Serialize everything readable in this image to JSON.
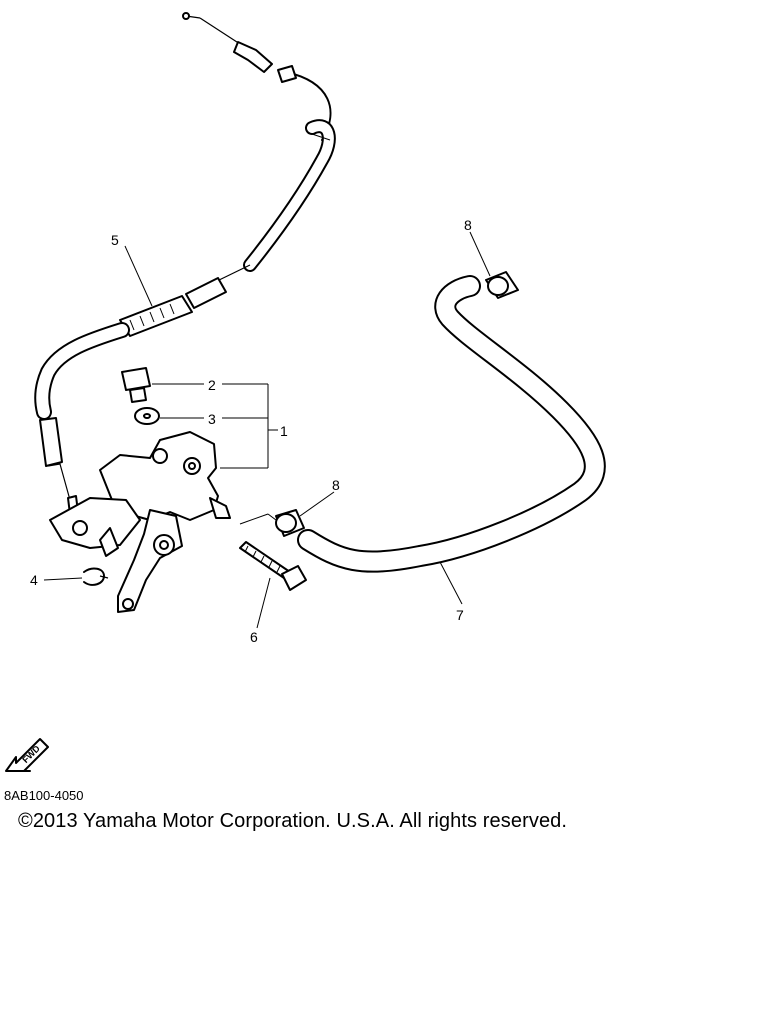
{
  "callouts": {
    "c1": "1",
    "c2": "2",
    "c3": "3",
    "c4": "4",
    "c5": "5",
    "c6": "6",
    "c7": "7",
    "c8a": "8",
    "c8b": "8"
  },
  "fwd_label": "FWD",
  "diagram_code": "8AB100-4050",
  "copyright": "©2013 Yamaha Motor Corporation. U.S.A. All rights reserved."
}
